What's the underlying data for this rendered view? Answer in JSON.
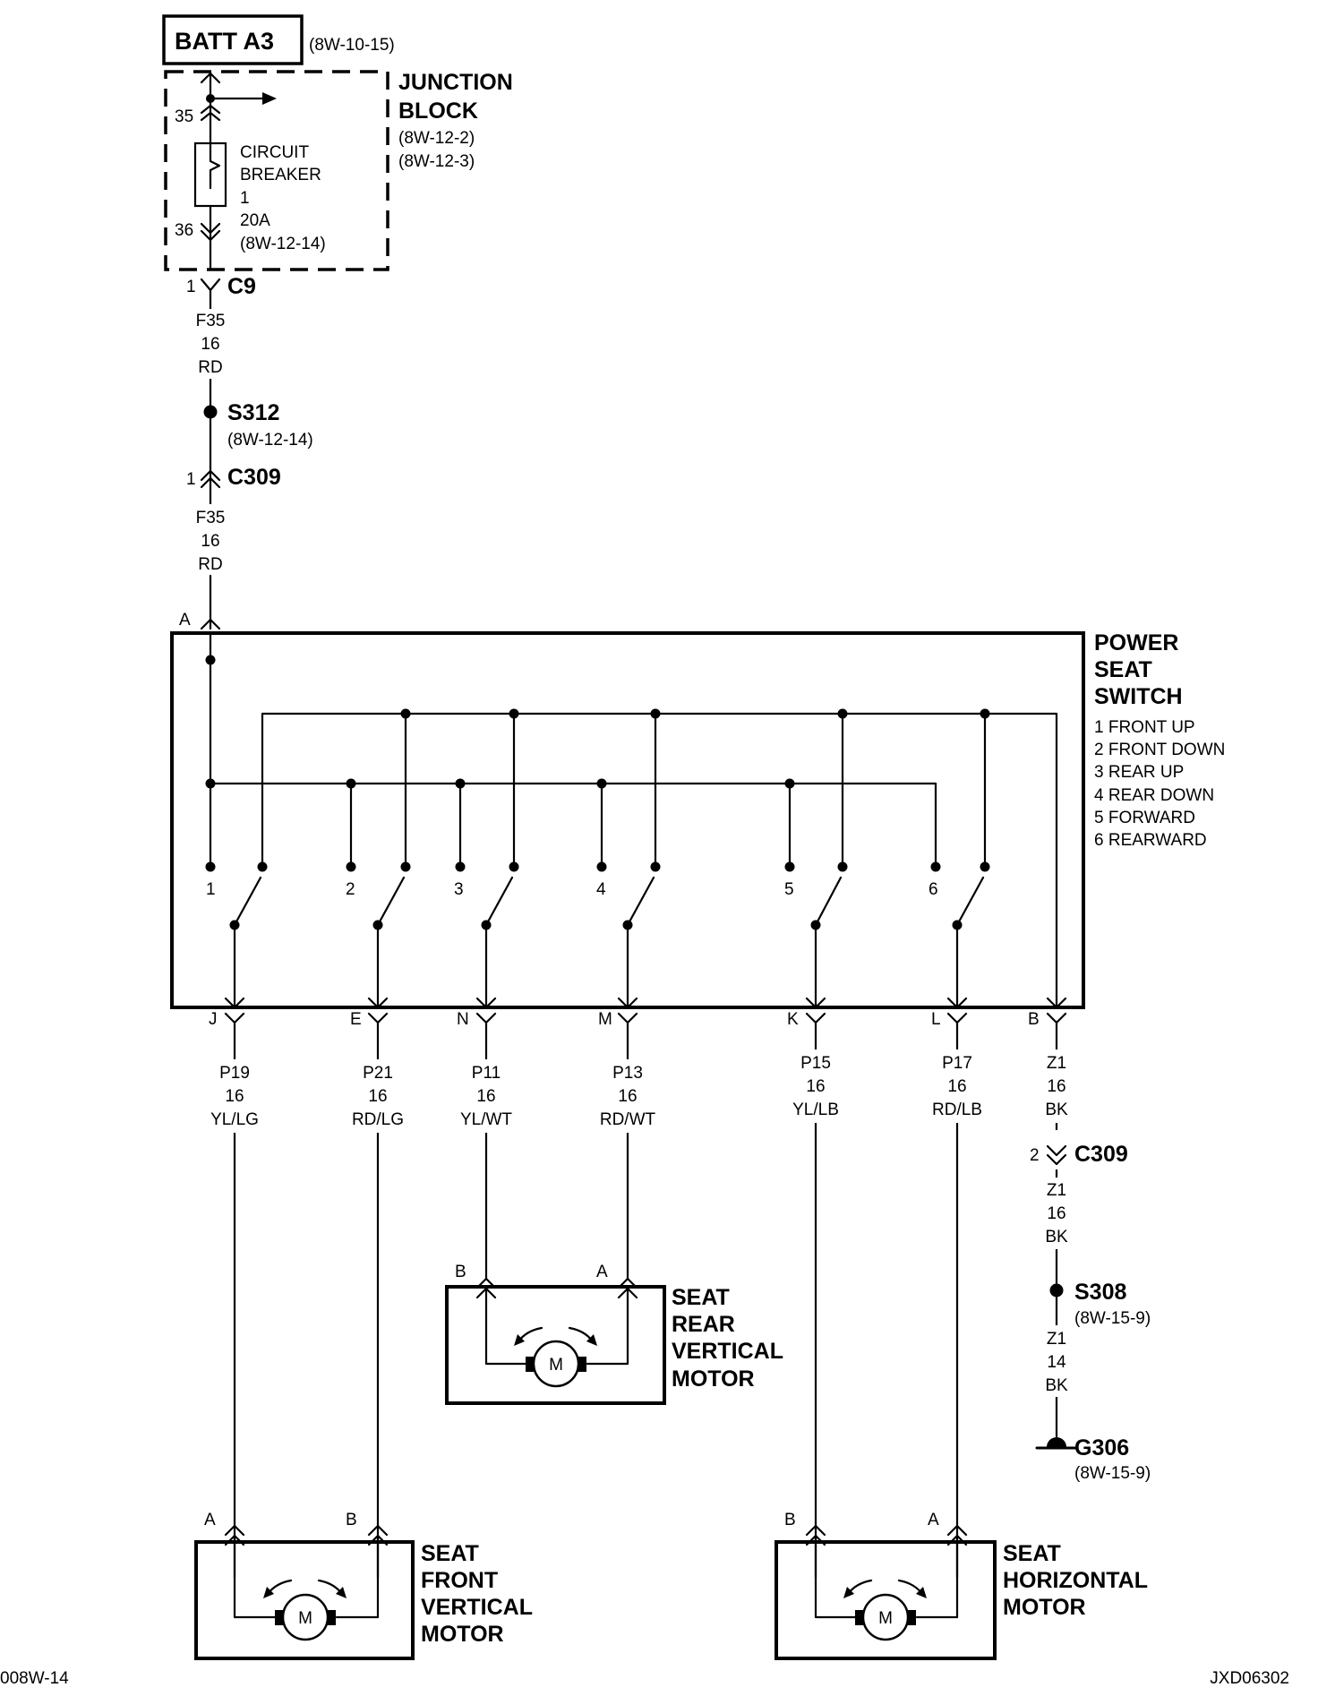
{
  "batt": {
    "label": "BATT A3",
    "ref": "(8W-10-15)"
  },
  "junction_block": {
    "title": [
      "JUNCTION",
      "BLOCK"
    ],
    "refs": [
      "(8W-12-2)",
      "(8W-12-3)"
    ],
    "pin_in": "35",
    "pin_out": "36",
    "breaker": [
      "CIRCUIT",
      "BREAKER",
      "1",
      "20A",
      "(8W-12-14)"
    ]
  },
  "c9": {
    "label": "C9",
    "pin": "1"
  },
  "wire_f35_upper": [
    "F35",
    "16",
    "RD"
  ],
  "s312": {
    "label": "S312",
    "ref": "(8W-12-14)"
  },
  "c309_top": {
    "label": "C309",
    "pin": "1"
  },
  "wire_f35_lower": [
    "F35",
    "16",
    "RD"
  ],
  "switch_input_pin": "A",
  "power_seat_switch": {
    "title": [
      "POWER",
      "SEAT",
      "SWITCH"
    ],
    "legend": [
      "1 FRONT UP",
      "2 FRONT DOWN",
      "3 REAR UP",
      "4 REAR DOWN",
      "5 FORWARD",
      "6 REARWARD"
    ],
    "positions": [
      "1",
      "2",
      "3",
      "4",
      "5",
      "6"
    ]
  },
  "outputs": [
    {
      "pin": "J",
      "wire": [
        "P19",
        "16",
        "YL/LG"
      ]
    },
    {
      "pin": "E",
      "wire": [
        "P21",
        "16",
        "RD/LG"
      ]
    },
    {
      "pin": "N",
      "wire": [
        "P11",
        "16",
        "YL/WT"
      ]
    },
    {
      "pin": "M",
      "wire": [
        "P13",
        "16",
        "RD/WT"
      ]
    },
    {
      "pin": "K",
      "wire": [
        "P15",
        "16",
        "YL/LB"
      ]
    },
    {
      "pin": "L",
      "wire": [
        "P17",
        "16",
        "RD/LB"
      ]
    },
    {
      "pin": "B",
      "wire": [
        "Z1",
        "16",
        "BK"
      ]
    }
  ],
  "c309_bottom": {
    "label": "C309",
    "pin": "2"
  },
  "wire_z1_mid": [
    "Z1",
    "16",
    "BK"
  ],
  "s308": {
    "label": "S308",
    "ref": "(8W-15-9)"
  },
  "wire_z1_low": [
    "Z1",
    "14",
    "BK"
  ],
  "g306": {
    "label": "G306",
    "ref": "(8W-15-9)"
  },
  "motor_rear": {
    "title": [
      "SEAT",
      "REAR",
      "VERTICAL",
      "MOTOR"
    ],
    "pin_left": "B",
    "pin_right": "A",
    "symbol": "M"
  },
  "motor_front": {
    "title": [
      "SEAT",
      "FRONT",
      "VERTICAL",
      "MOTOR"
    ],
    "pin_left": "A",
    "pin_right": "B",
    "symbol": "M"
  },
  "motor_horizontal": {
    "title": [
      "SEAT",
      "HORIZONTAL",
      "MOTOR"
    ],
    "pin_left": "B",
    "pin_right": "A",
    "symbol": "M"
  },
  "footer": {
    "left": "008W-14",
    "right": "JXD06302"
  }
}
